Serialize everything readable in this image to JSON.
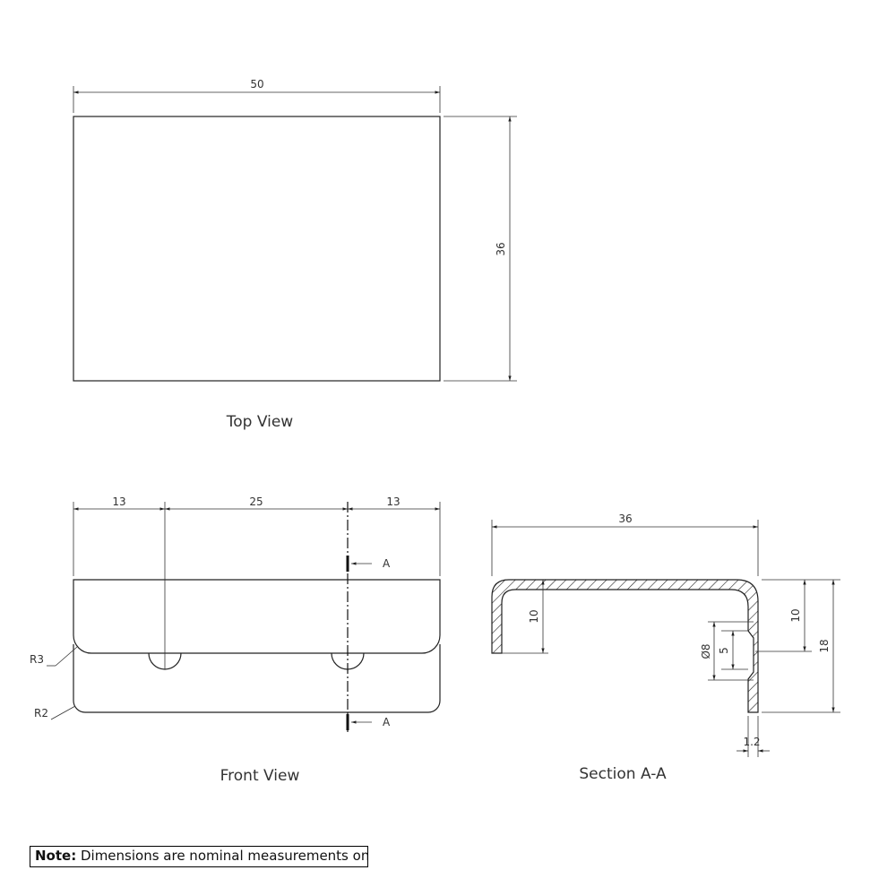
{
  "views": {
    "top": {
      "caption": "Top View",
      "width_dim": "50",
      "height_dim": "36"
    },
    "front": {
      "caption": "Front View",
      "dim_left": "13",
      "dim_mid": "25",
      "dim_right": "13",
      "radius_upper": "R3",
      "radius_lower": "R2",
      "section_mark": "A"
    },
    "section": {
      "caption": "Section A-A",
      "depth_dim": "36",
      "inner_height_dim": "10",
      "right_inner_dim": "10",
      "total_height_dim": "18",
      "hole_diameter": "Ø8",
      "hole_inner": "5",
      "thickness": "1.2"
    }
  },
  "note": {
    "label": "Note:",
    "text": " Dimensions are nominal measurements only"
  }
}
